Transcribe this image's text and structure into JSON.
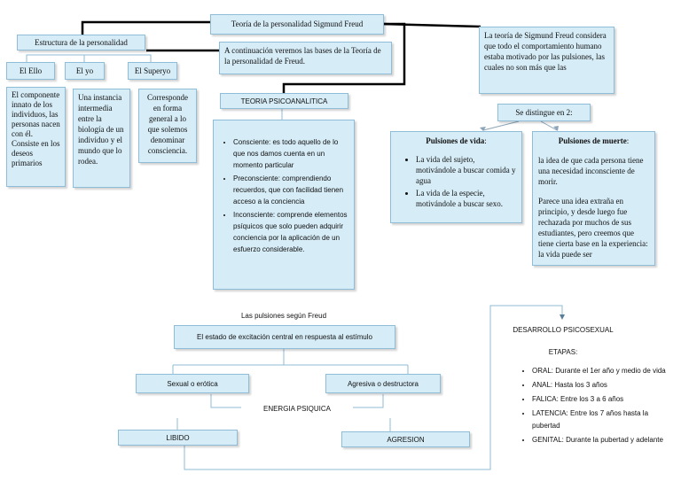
{
  "title": "Teoría de la personalidad Sigmund Freud",
  "intro": "A continuación veremos las bases de la Teoría de la personalidad de Freud.",
  "freud_note": "La teoría de Sigmund Freud considera que todo el comportamiento humano estaba motivado por las pulsiones, las cuales no son más que las",
  "estructura": {
    "title": "Estructura de la personalidad",
    "ello": {
      "label": "El Ello",
      "desc": "El componente innato de los individuos, las personas nacen con él. Consiste en los deseos primarios"
    },
    "yo": {
      "label": "El yo",
      "desc": "Una instancia intermedia entre la biología de un individuo y el mundo que lo rodea."
    },
    "superyo": {
      "label": "El Superyo",
      "desc": "Corresponde en forma general a lo que solemos denominar consciencia."
    }
  },
  "psicoanalitica": {
    "title": "TEORIA PSICOANALITICA",
    "items": [
      "Consciente: es todo aquello de lo que nos damos cuenta en un momento particular",
      "Preconsciente: comprendiendo recuerdos, que con facilidad tienen acceso a la conciencia",
      "Inconsciente: comprende elementos psíquicos que solo pueden adquirir conciencia por la aplicación de un esfuerzo considerable."
    ]
  },
  "distingue": "Se distingue en 2:",
  "vida": {
    "title": "Pulsiones de vida",
    "title_suffix": ":",
    "items": [
      "La vida del sujeto, motivándole a buscar comida y agua",
      "La vida de la especie, motivándole a buscar sexo."
    ]
  },
  "muerte": {
    "title": "Pulsiones de muerte",
    "title_suffix": ":",
    "p1": "la idea de que cada persona tiene una necesidad inconsciente de morir.",
    "p2": "Parece una idea extraña en principio, y desde luego fue rechazada por muchos de sus estudiantes, pero creemos que tiene cierta base en la experiencia: la vida puede ser"
  },
  "pulsiones_label": "Las pulsiones según Freud son",
  "estado": "El estado de excitación central en respuesta al estímulo",
  "sexual": "Sexual o erótica",
  "agresiva": "Agresiva o destructora",
  "energia": "ENERGIA PSIQUICA",
  "libido": "LIBIDO",
  "agresion": "AGRESION",
  "desarrollo": {
    "title": "DESARROLLO PSICOSEXUAL",
    "etapas_label": "ETAPAS:",
    "items": [
      "ORAL: Durante el 1er año y medio de vida",
      "ANAL: Hasta los 3 años",
      "FALICA: Entre los 3 a 6 años",
      "LATENCIA: Entre los 7 años hasta la pubertad",
      "GENITAL: Durante la pubertad y adelante"
    ]
  }
}
